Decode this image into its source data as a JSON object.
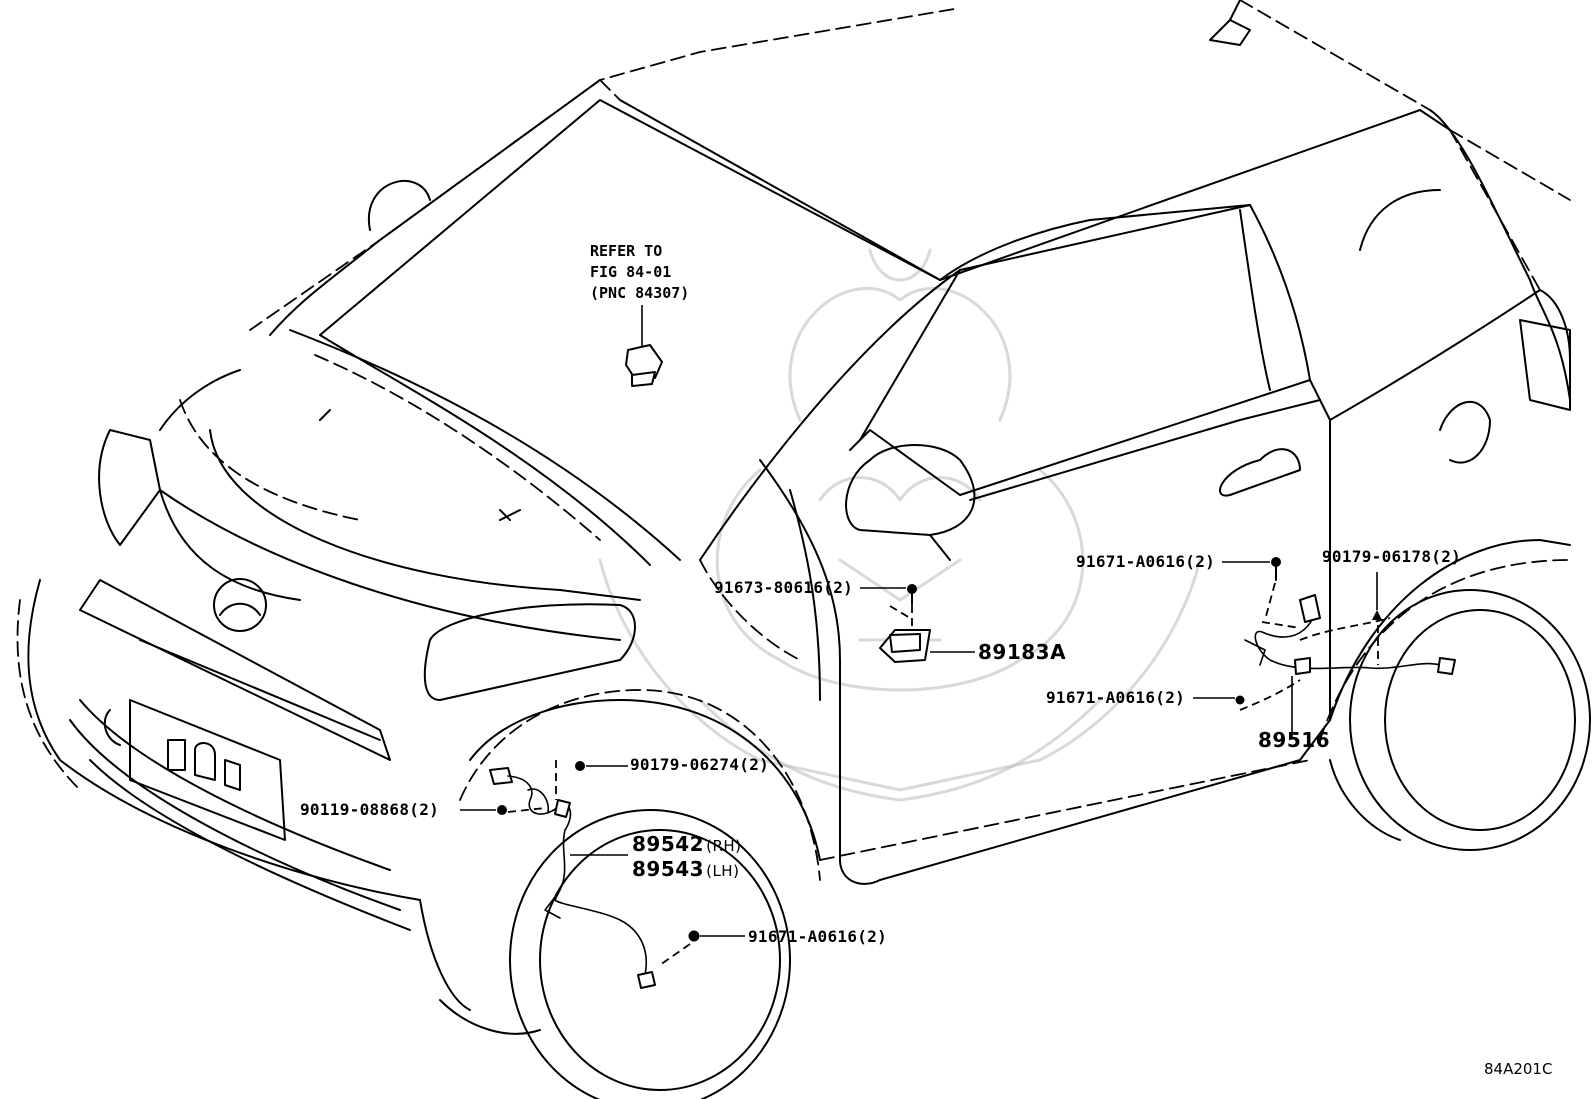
{
  "diagram": {
    "reference_note": {
      "line1": "REFER TO",
      "line2": "FIG 84-01",
      "line3": "(PNC 84307)"
    },
    "parts": [
      {
        "id": "p1",
        "number": "91673-80616",
        "qty": "(2)"
      },
      {
        "id": "p2",
        "number": "89183A",
        "qty": ""
      },
      {
        "id": "p3",
        "number": "91671-A0616",
        "qty": "(2)"
      },
      {
        "id": "p4",
        "number": "90179-06178",
        "qty": "(2)"
      },
      {
        "id": "p5",
        "number": "91671-A0616",
        "qty": "(2)"
      },
      {
        "id": "p6",
        "number": "89516",
        "qty": ""
      },
      {
        "id": "p7",
        "number": "90179-06274",
        "qty": "(2)"
      },
      {
        "id": "p8",
        "number": "90119-08868",
        "qty": "(2)"
      },
      {
        "id": "p9",
        "number": "89542",
        "side": "(RH)"
      },
      {
        "id": "p10",
        "number": "89543",
        "side": "(LH)"
      },
      {
        "id": "p11",
        "number": "91671-A0616",
        "qty": "(2)"
      }
    ],
    "illustration_code": "84A201C"
  }
}
